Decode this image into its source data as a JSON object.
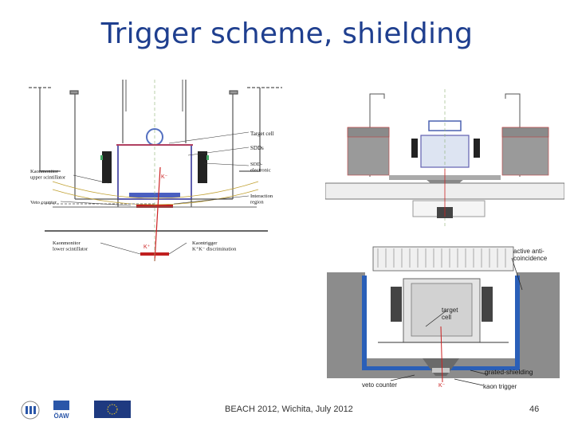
{
  "slide": {
    "title": "Trigger scheme, shielding",
    "footer_text": "BEACH 2012, Wichita, July 2012",
    "page_number": "46"
  },
  "figure_left": {
    "labels": {
      "target_cell": "Target cell",
      "sdds": "SDDs",
      "sdd_electronic": "SDD-\nelectronic",
      "interaction_region": "Interaction\nregion",
      "kaonmonitor_upper": "Kaonmonitor\nupper scintillator",
      "veto_counter": "Veto counter",
      "kaonmonitor_lower": "Kaonmonitor\nlower scintillator",
      "kaontrigger": "Kaontrigger\nK⁺K⁻ discrimination",
      "k_minus_top": "K⁻",
      "k_plus": "K⁺"
    }
  },
  "figure_bottom_right": {
    "labels": {
      "active_anticoincidence": "active anti-\ncoincidence",
      "target_cell": "target\ncell",
      "grated_shielding": "grated-shielding",
      "veto_counter": "veto counter",
      "kaon_trigger": "kaon trigger",
      "k_minus": "K⁻"
    }
  },
  "logos": [
    "smi-logo",
    "oaw-logo",
    "eu-logo"
  ],
  "logo_text": {
    "oaw": "ÖAW"
  }
}
